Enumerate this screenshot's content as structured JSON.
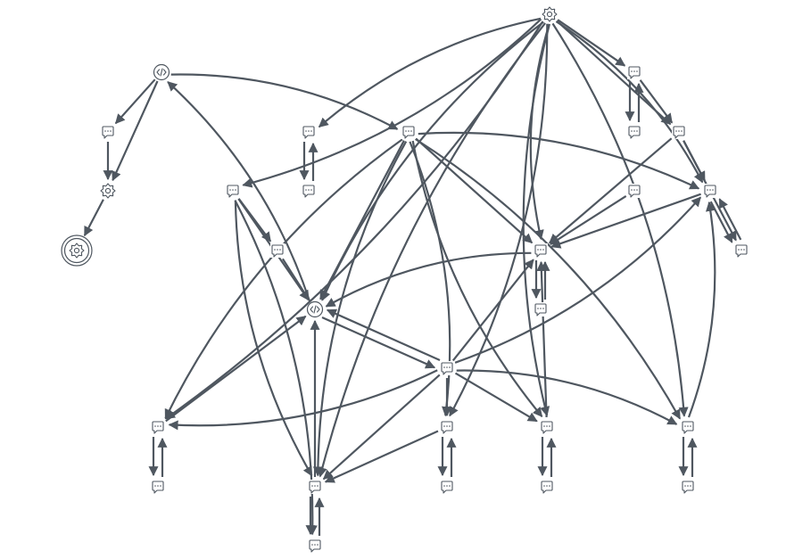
{
  "colors": {
    "edge": "#4f5760",
    "icon": "#4f5760",
    "background": "#ffffff"
  },
  "node_icons": [
    "gear-icon",
    "code-icon",
    "chat-bubble-icon"
  ],
  "nodes": [
    {
      "id": "root",
      "icon": "gear-icon"
    },
    {
      "id": "code-top",
      "icon": "code-icon"
    },
    {
      "id": "code-center",
      "icon": "code-icon"
    },
    {
      "id": "gear-mid",
      "icon": "gear-icon"
    },
    {
      "id": "gear-final",
      "icon": "gear-icon",
      "terminal": true
    },
    {
      "id": "msg-top-left",
      "icon": "chat-bubble-icon"
    },
    {
      "id": "msg-a",
      "icon": "chat-bubble-icon"
    },
    {
      "id": "msg-a-child",
      "icon": "chat-bubble-icon"
    },
    {
      "id": "msg-hub",
      "icon": "chat-bubble-icon"
    },
    {
      "id": "msg-b",
      "icon": "chat-bubble-icon"
    },
    {
      "id": "msg-b-child",
      "icon": "chat-bubble-icon"
    },
    {
      "id": "msg-right-top",
      "icon": "chat-bubble-icon"
    },
    {
      "id": "msg-right-top-child",
      "icon": "chat-bubble-icon"
    },
    {
      "id": "msg-right-mid",
      "icon": "chat-bubble-icon"
    },
    {
      "id": "msg-right-a",
      "icon": "chat-bubble-icon"
    },
    {
      "id": "msg-right-b",
      "icon": "chat-bubble-icon"
    },
    {
      "id": "msg-right-b-child",
      "icon": "chat-bubble-icon"
    },
    {
      "id": "msg-center-right",
      "icon": "chat-bubble-icon"
    },
    {
      "id": "msg-center-right-child",
      "icon": "chat-bubble-icon"
    },
    {
      "id": "msg-lower-hub",
      "icon": "chat-bubble-icon"
    },
    {
      "id": "msg-bottom-1",
      "icon": "chat-bubble-icon"
    },
    {
      "id": "msg-bottom-1-child",
      "icon": "chat-bubble-icon"
    },
    {
      "id": "msg-bottom-2",
      "icon": "chat-bubble-icon"
    },
    {
      "id": "msg-bottom-2-child",
      "icon": "chat-bubble-icon"
    },
    {
      "id": "msg-bottom-2-grandchild",
      "icon": "chat-bubble-icon"
    },
    {
      "id": "msg-bottom-3",
      "icon": "chat-bubble-icon"
    },
    {
      "id": "msg-bottom-3-child",
      "icon": "chat-bubble-icon"
    },
    {
      "id": "msg-bottom-4",
      "icon": "chat-bubble-icon"
    },
    {
      "id": "msg-bottom-4-child",
      "icon": "chat-bubble-icon"
    },
    {
      "id": "msg-bottom-5",
      "icon": "chat-bubble-icon"
    },
    {
      "id": "msg-bottom-5-child",
      "icon": "chat-bubble-icon"
    }
  ],
  "edges": [
    {
      "from": "root",
      "to": "msg-right-top"
    },
    {
      "from": "root",
      "to": "msg-right-mid"
    },
    {
      "from": "root",
      "to": "msg-right-b"
    },
    {
      "from": "root",
      "to": "msg-center-right"
    },
    {
      "from": "root",
      "to": "msg-bottom-3"
    },
    {
      "from": "root",
      "to": "msg-bottom-4"
    },
    {
      "from": "root",
      "to": "msg-bottom-5"
    },
    {
      "from": "root",
      "to": "msg-a"
    },
    {
      "from": "root",
      "to": "msg-b"
    },
    {
      "from": "root",
      "to": "code-center"
    },
    {
      "from": "root",
      "to": "msg-bottom-1"
    },
    {
      "from": "root",
      "to": "msg-bottom-2"
    },
    {
      "from": "code-top",
      "to": "msg-top-left"
    },
    {
      "from": "code-top",
      "to": "gear-mid"
    },
    {
      "from": "code-top",
      "to": "msg-hub"
    },
    {
      "from": "code-center",
      "to": "code-top"
    },
    {
      "from": "msg-top-left",
      "to": "gear-mid"
    },
    {
      "from": "gear-mid",
      "to": "gear-final"
    },
    {
      "from": "msg-a",
      "to": "msg-a-child"
    },
    {
      "from": "msg-a-child",
      "to": "msg-a"
    },
    {
      "from": "msg-hub",
      "to": "code-center"
    },
    {
      "from": "msg-hub",
      "to": "msg-center-right"
    },
    {
      "from": "msg-hub",
      "to": "msg-right-b"
    },
    {
      "from": "msg-hub",
      "to": "msg-bottom-2"
    },
    {
      "from": "msg-hub",
      "to": "msg-bottom-3"
    },
    {
      "from": "msg-hub",
      "to": "msg-bottom-4"
    },
    {
      "from": "msg-hub",
      "to": "msg-bottom-5"
    },
    {
      "from": "msg-hub",
      "to": "msg-bottom-1"
    },
    {
      "from": "msg-b",
      "to": "msg-b-child"
    },
    {
      "from": "msg-b",
      "to": "code-center"
    },
    {
      "from": "msg-b",
      "to": "msg-bottom-2-grandchild"
    },
    {
      "from": "msg-b",
      "to": "msg-bottom-2"
    },
    {
      "from": "msg-b-child",
      "to": "code-center"
    },
    {
      "from": "msg-right-top",
      "to": "msg-right-top-child"
    },
    {
      "from": "msg-right-top-child",
      "to": "msg-right-top"
    },
    {
      "from": "msg-right-top",
      "to": "msg-right-mid"
    },
    {
      "from": "msg-right-mid",
      "to": "msg-right-b"
    },
    {
      "from": "msg-right-mid",
      "to": "msg-right-b-child"
    },
    {
      "from": "msg-right-mid",
      "to": "msg-center-right"
    },
    {
      "from": "msg-right-a",
      "to": "msg-center-right"
    },
    {
      "from": "msg-right-b",
      "to": "msg-center-right"
    },
    {
      "from": "msg-right-b",
      "to": "msg-right-b-child"
    },
    {
      "from": "msg-right-b-child",
      "to": "msg-right-b"
    },
    {
      "from": "msg-center-right",
      "to": "code-center"
    },
    {
      "from": "msg-center-right",
      "to": "msg-center-right-child"
    },
    {
      "from": "msg-center-right-child",
      "to": "msg-center-right"
    },
    {
      "from": "msg-lower-hub",
      "to": "code-center"
    },
    {
      "from": "code-center",
      "to": "msg-lower-hub"
    },
    {
      "from": "msg-lower-hub",
      "to": "msg-center-right"
    },
    {
      "from": "msg-lower-hub",
      "to": "msg-right-b"
    },
    {
      "from": "msg-lower-hub",
      "to": "msg-bottom-1"
    },
    {
      "from": "msg-lower-hub",
      "to": "msg-bottom-2"
    },
    {
      "from": "msg-lower-hub",
      "to": "msg-bottom-3"
    },
    {
      "from": "msg-lower-hub",
      "to": "msg-bottom-4"
    },
    {
      "from": "msg-lower-hub",
      "to": "msg-bottom-5"
    },
    {
      "from": "msg-bottom-1",
      "to": "code-center"
    },
    {
      "from": "msg-bottom-1",
      "to": "msg-bottom-1-child"
    },
    {
      "from": "msg-bottom-1-child",
      "to": "msg-bottom-1"
    },
    {
      "from": "msg-bottom-2",
      "to": "code-center"
    },
    {
      "from": "msg-bottom-2",
      "to": "msg-bottom-2-grandchild"
    },
    {
      "from": "msg-bottom-2-grandchild",
      "to": "msg-bottom-2"
    },
    {
      "from": "msg-bottom-3",
      "to": "msg-bottom-2"
    },
    {
      "from": "msg-bottom-3",
      "to": "msg-bottom-3-child"
    },
    {
      "from": "msg-bottom-3-child",
      "to": "msg-bottom-3"
    },
    {
      "from": "msg-bottom-4",
      "to": "msg-center-right"
    },
    {
      "from": "msg-bottom-4",
      "to": "msg-bottom-4-child"
    },
    {
      "from": "msg-bottom-4-child",
      "to": "msg-bottom-4"
    },
    {
      "from": "msg-bottom-5",
      "to": "msg-right-b"
    },
    {
      "from": "msg-bottom-5",
      "to": "msg-bottom-5-child"
    },
    {
      "from": "msg-bottom-5-child",
      "to": "msg-bottom-5"
    }
  ]
}
